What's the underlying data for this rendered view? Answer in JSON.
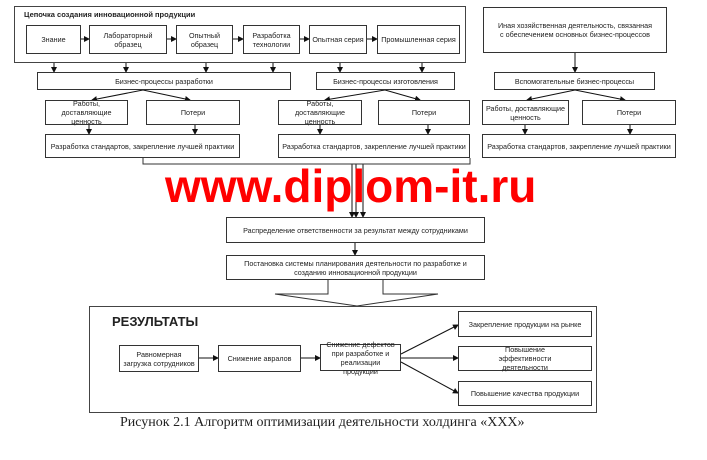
{
  "chain": {
    "title": "Цепочка создания инновационной продукции",
    "steps": [
      "Знание",
      "Лабораторный образец",
      "Опытный образец",
      "Разработка технологии",
      "Опытная серия",
      "Промышленная серия"
    ]
  },
  "other_activity": "Иная хозяйственная деятельность, связанная с обеспечением основных бизнес-процессов",
  "processes": [
    "Бизнес-процессы разработки",
    "Бизнес-процессы изготовления",
    "Вспомогательные бизнес-процессы"
  ],
  "value_work": "Работы, доставляющие ценность",
  "losses": "Потери",
  "standards": "Разработка стандартов, закрепление лучшей практики",
  "watermark": "www.diplom-it.ru",
  "responsibility": "Распределение ответственности за результат между сотрудниками",
  "planning": "Постановка системы планирования деятельности по разработке и созданию инновационной продукции",
  "results": {
    "title": "РЕЗУЛЬТАТЫ",
    "chain": [
      "Равномерная загрузка сотрудников",
      "Снижение авралов",
      "Снижение дефектов при разработке и реализации продукции"
    ],
    "outcomes": [
      "Закрепление продукции на рынке",
      "Повышение эффективности деятельности",
      "Повышение качества продукции"
    ]
  },
  "caption": "Рисунок 2.1 Алгоритм оптимизации деятельности холдинга «XXX»"
}
